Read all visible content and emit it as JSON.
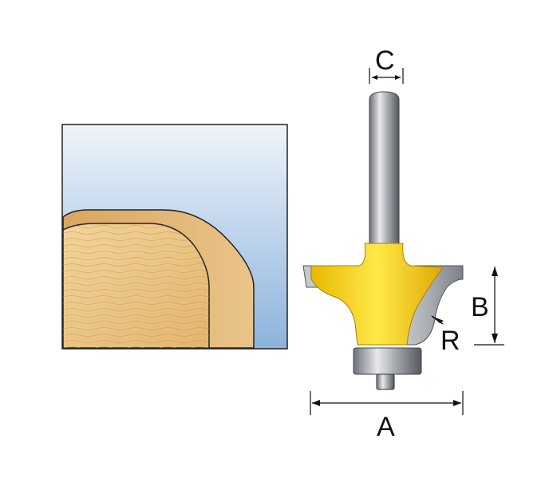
{
  "labels": {
    "a": "A",
    "b": "B",
    "c": "C",
    "r": "R"
  },
  "colors": {
    "sky_top": "#e6f0f8",
    "sky_bottom": "#8fb5dd",
    "wood": "#ecc98a",
    "wood_dark": "#c99a55",
    "cutter_body": "#f7d417",
    "steel": "#b9bcc0"
  }
}
